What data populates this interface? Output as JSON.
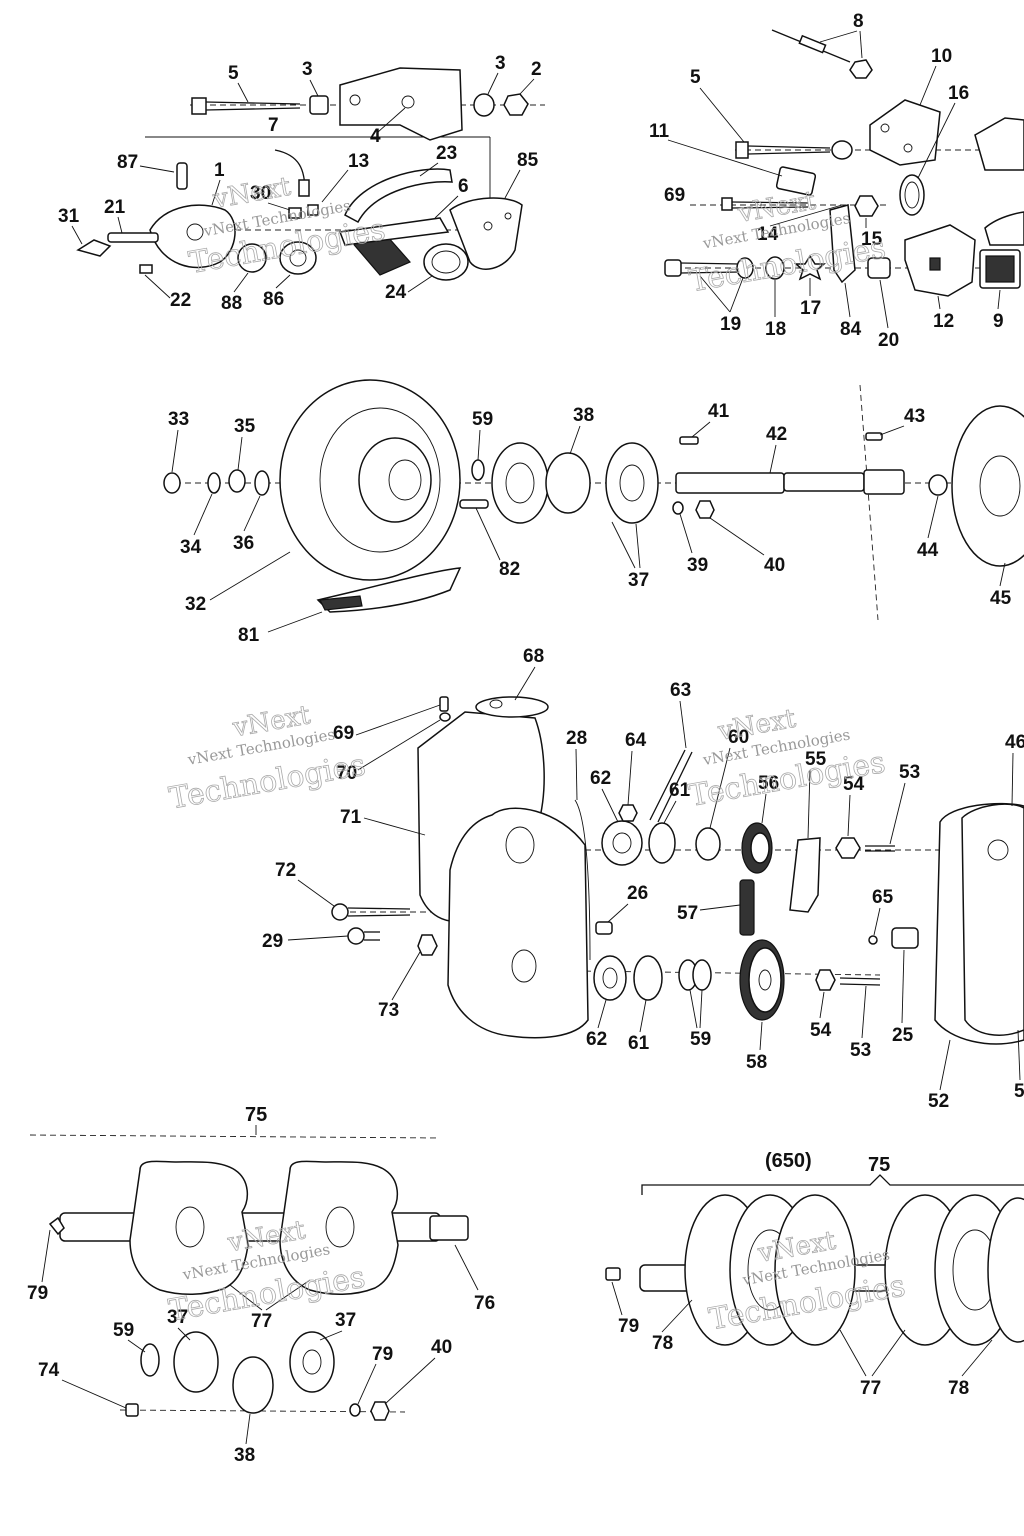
{
  "group_labels": {
    "track_assembly": "75",
    "track_650": "(650)",
    "track_650_num": "75"
  },
  "watermark": {
    "brand": "vNext",
    "text": "vNext Technologies",
    "word": "Technologies"
  }
}
